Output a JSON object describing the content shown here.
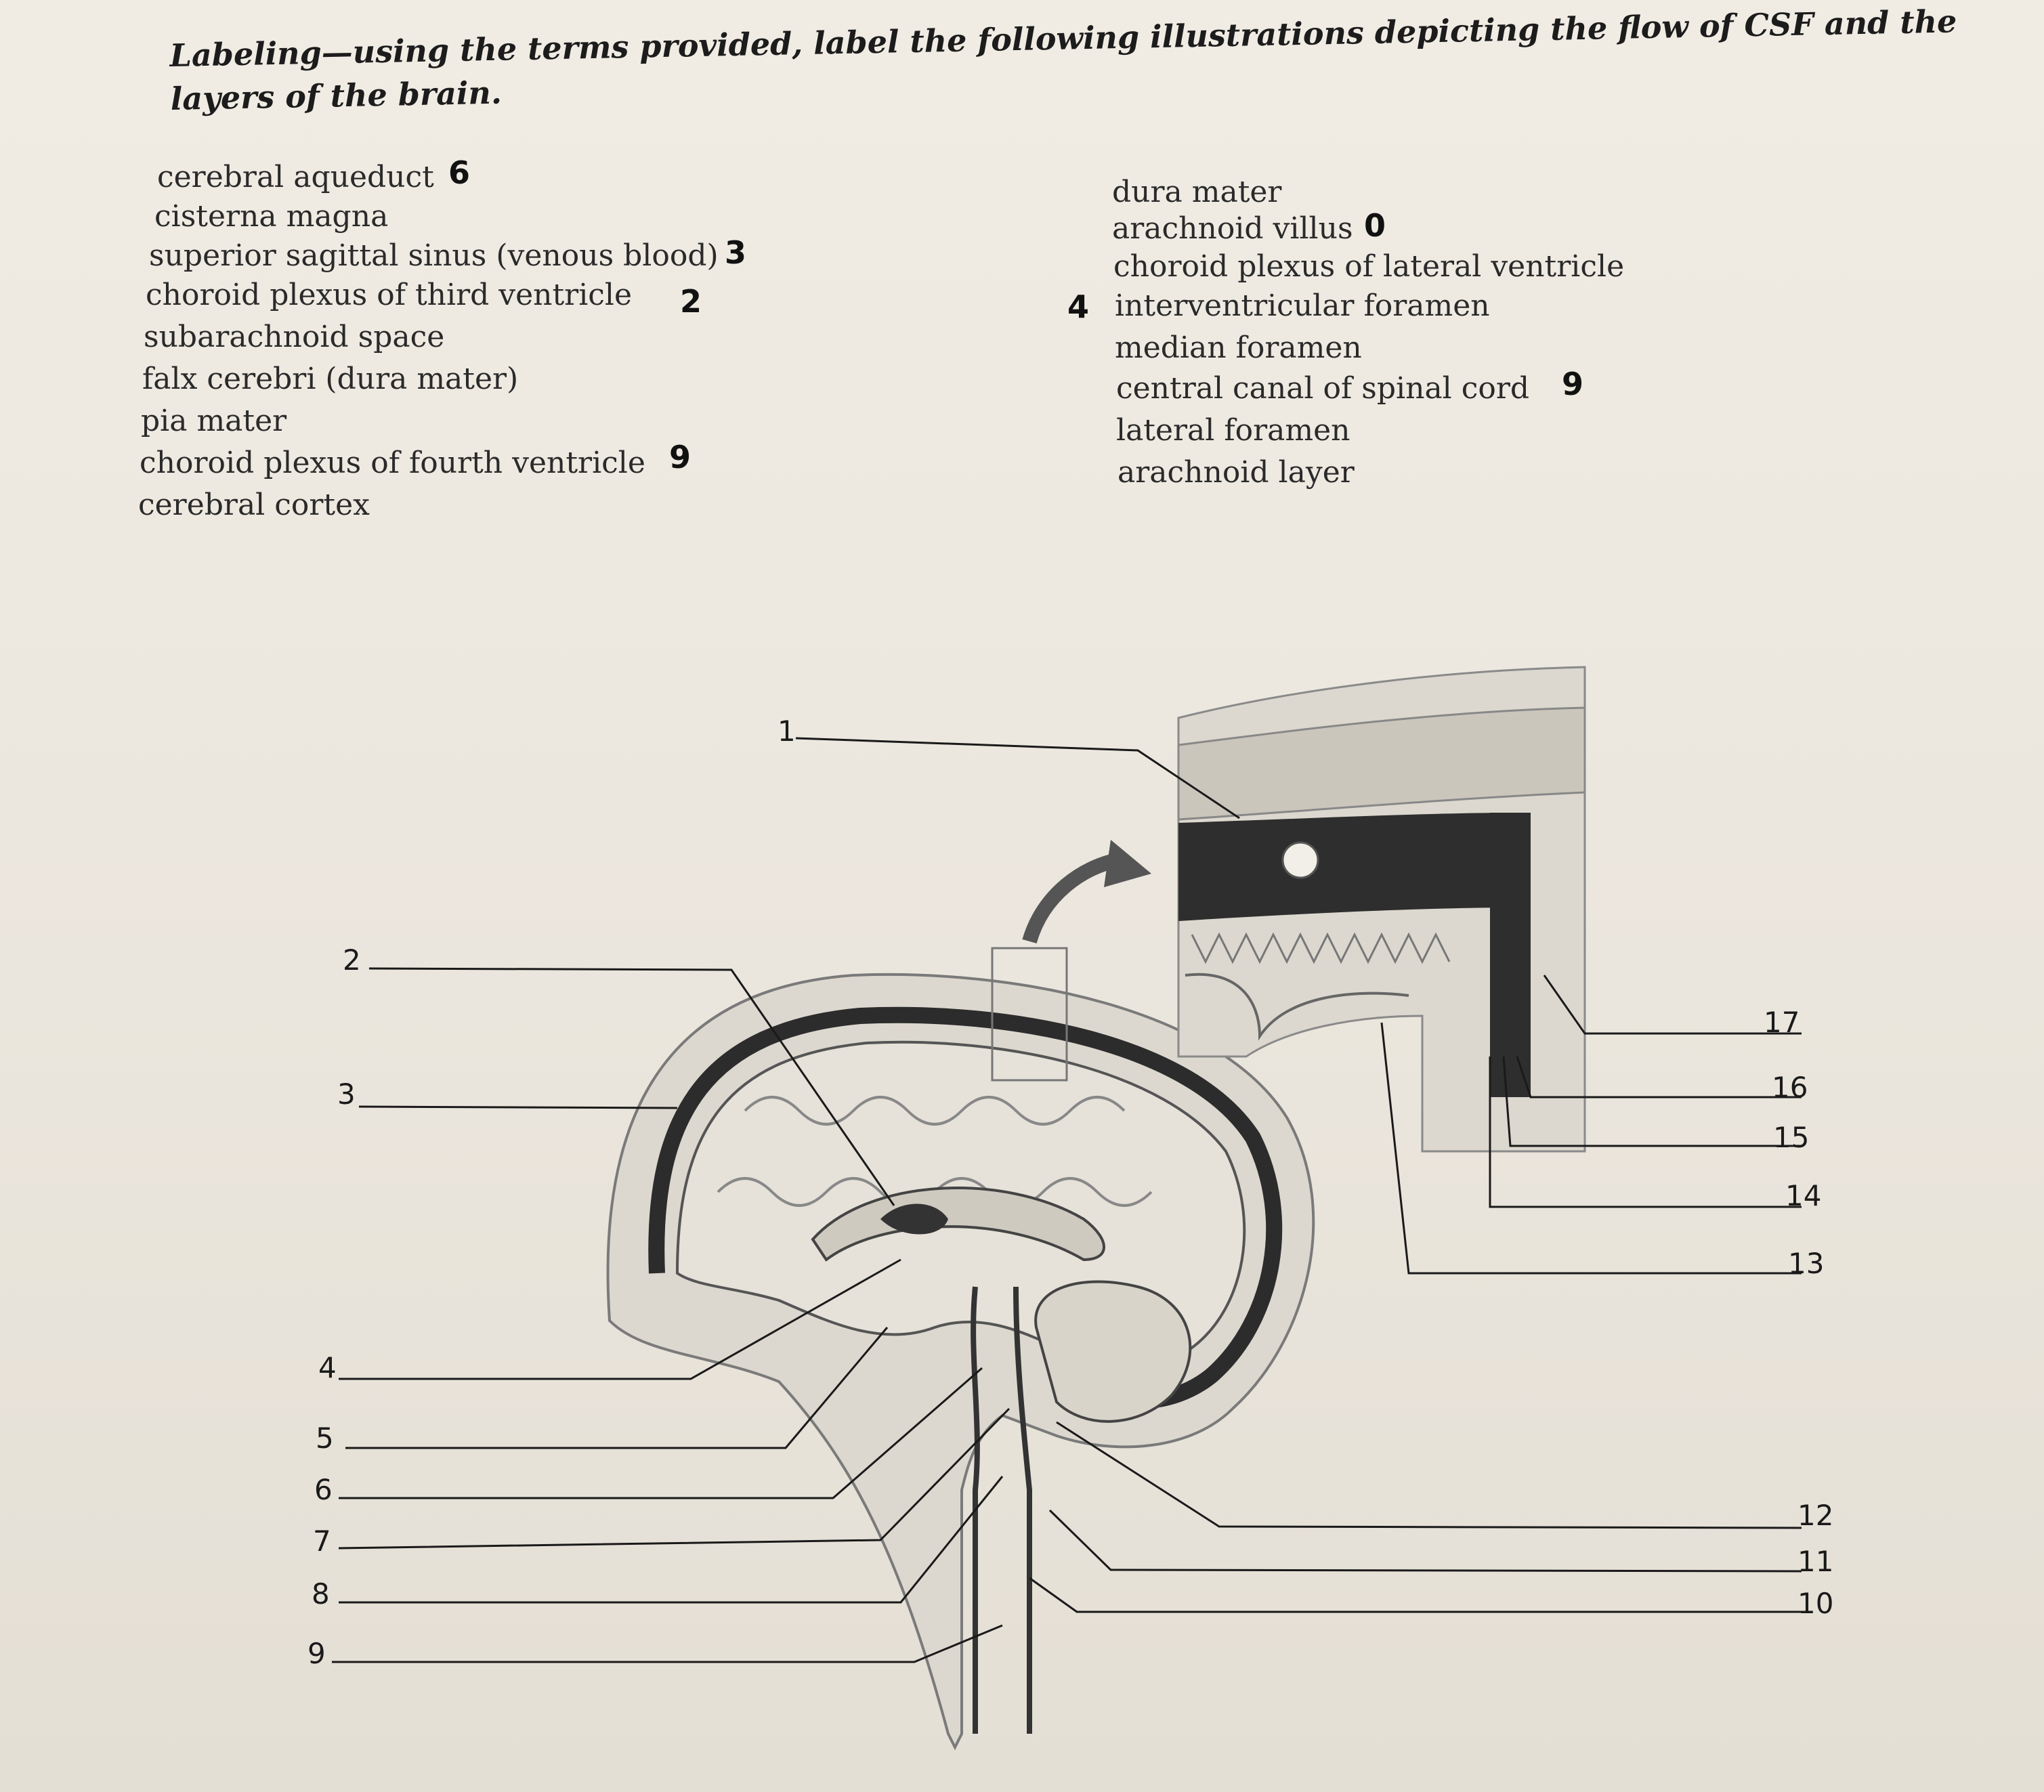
{
  "title": "Labeling—using the terms provided, label the following illustrations depicting the flow of CSF and the layers of the brain.",
  "terms_left": [
    "cerebral aqueduct",
    "cisterna magna",
    "superior sagittal sinus (venous blood)",
    "choroid plexus of third ventricle",
    "subarachnoid space",
    "falx cerebri (dura mater)",
    "pia mater",
    "choroid plexus of fourth ventricle",
    "cerebral cortex"
  ],
  "terms_right": [
    "dura mater",
    "arachnoid villus",
    "choroid plexus of lateral ventricle",
    "interventricular foramen",
    "median foramen",
    "central canal of spinal cord",
    "lateral foramen",
    "arachnoid layer"
  ],
  "handwritten_marks": {
    "cerebral_aqueduct": "6",
    "superior_sagittal_sinus": "3",
    "choroid_plexus_third": "2",
    "choroid_plexus_fourth": "9",
    "arachnoid_villus": "0",
    "interventricular_foramen": "4",
    "central_canal": "9"
  },
  "labels": [
    "1",
    "2",
    "3",
    "4",
    "5",
    "6",
    "7",
    "8",
    "9",
    "10",
    "11",
    "12",
    "13",
    "14",
    "15",
    "16",
    "17"
  ]
}
